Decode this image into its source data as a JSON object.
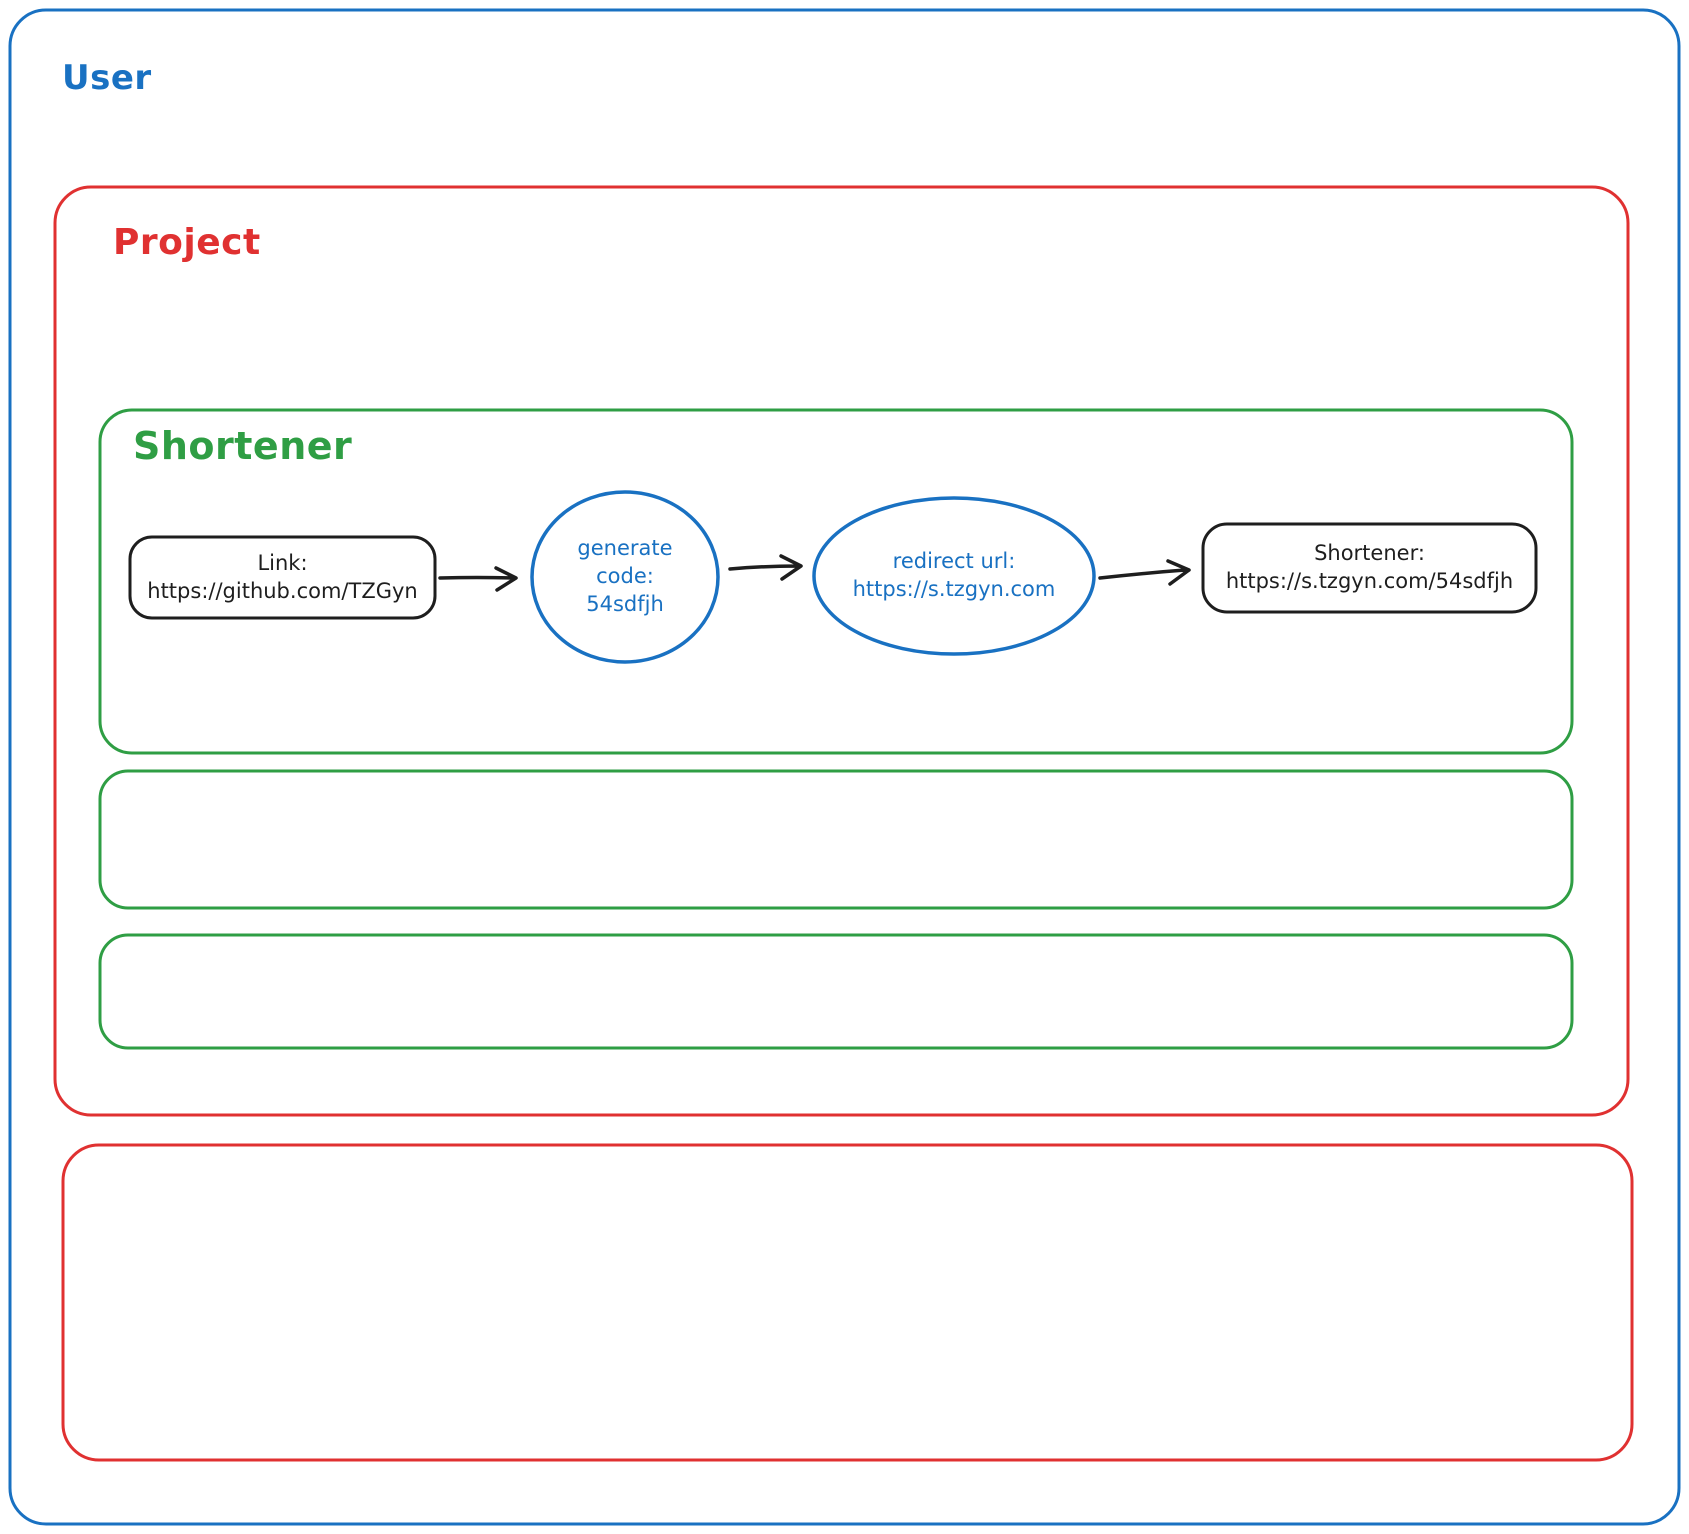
{
  "colors": {
    "blue": "#1971c2",
    "red": "#e03131",
    "green": "#2f9e44",
    "black": "#1e1e1e",
    "background": "#ffffff"
  },
  "containers": {
    "user": {
      "label": "User"
    },
    "project": {
      "label": "Project"
    },
    "shortener": {
      "label": "Shortener"
    }
  },
  "nodes": {
    "link": {
      "lines": [
        "Link:",
        "https://github.com/TZGyn"
      ]
    },
    "generate_code": {
      "lines": [
        "generate",
        "code:",
        "54sdfjh"
      ]
    },
    "redirect_url": {
      "lines": [
        "redirect url:",
        "https://s.tzgyn.com"
      ]
    },
    "shortened": {
      "lines": [
        "Shortener:",
        "https://s.tzgyn.com/54sdfjh"
      ]
    }
  },
  "connections": [
    {
      "from": "link",
      "to": "generate_code"
    },
    {
      "from": "generate_code",
      "to": "redirect_url"
    },
    {
      "from": "redirect_url",
      "to": "shortened"
    }
  ]
}
